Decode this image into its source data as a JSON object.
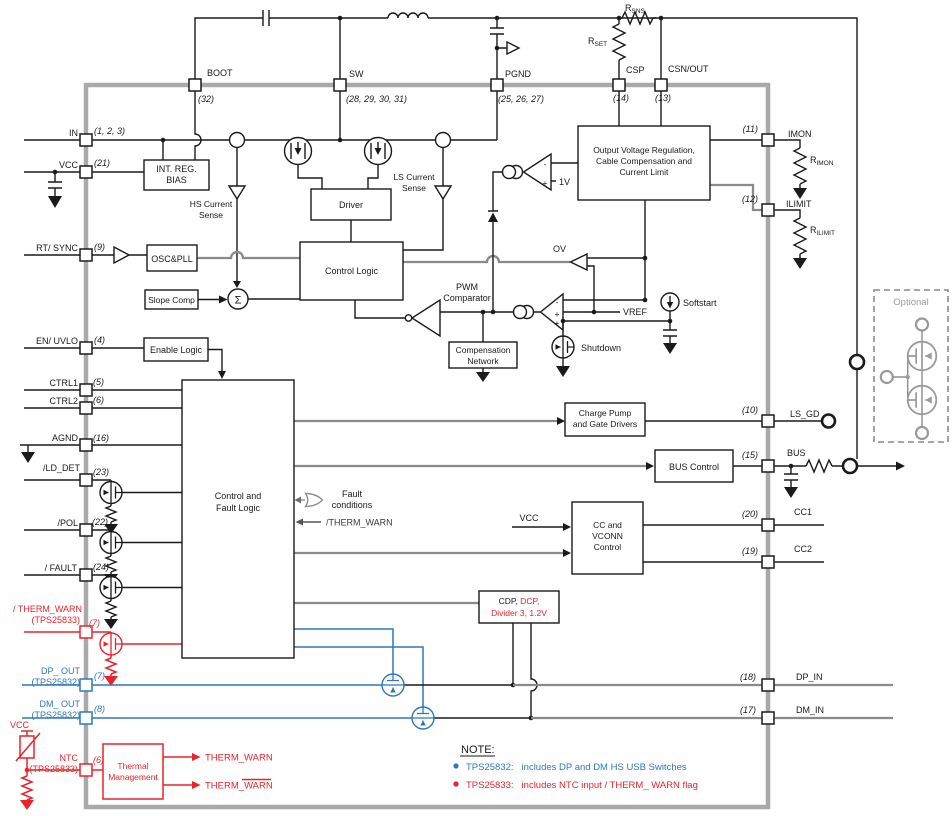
{
  "pins": {
    "top": [
      {
        "label": "BOOT",
        "num": "(32)"
      },
      {
        "label": "SW",
        "num": "(28, 29, 30, 31)"
      },
      {
        "label": "PGND",
        "num": "(25, 26, 27)"
      },
      {
        "label": "CSP",
        "num": "(14)"
      },
      {
        "label": "CSN/OUT",
        "num": "(13)"
      }
    ],
    "left": [
      {
        "label": "IN",
        "num": "(1, 2, 3)"
      },
      {
        "label": "VCC",
        "num": "(21)"
      },
      {
        "label": "RT/ SYNC",
        "num": "(9)"
      },
      {
        "label": "EN/ UVLO",
        "num": "(4)"
      },
      {
        "label": "CTRL1",
        "num": "(5)"
      },
      {
        "label": "CTRL2",
        "num": "(6)"
      },
      {
        "label": "AGND",
        "num": "(16)"
      },
      {
        "label": "/LD_DET",
        "num": "(23)"
      },
      {
        "label": "/POL",
        "num": "(22)"
      },
      {
        "label": "/ FAULT",
        "num": "(24)"
      },
      {
        "label": "/ THERM_WARN",
        "sub": "(TPS25833)",
        "num": "(7)"
      },
      {
        "label": "DP_ OUT",
        "sub": "(TPS25832)",
        "num": "(7)"
      },
      {
        "label": "DM_ OUT",
        "sub": "(TPS25832)",
        "num": "(8)"
      },
      {
        "label": "NTC",
        "sub": "(TPS25833)",
        "num": "(6)"
      }
    ],
    "right": [
      {
        "label": "IMON",
        "num": "(11)"
      },
      {
        "label": "ILIMIT",
        "num": "(12)"
      },
      {
        "label": "LS_GD",
        "num": "(10)"
      },
      {
        "label": "BUS",
        "num": "(15)"
      },
      {
        "label": "CC1",
        "num": "(20)"
      },
      {
        "label": "CC2",
        "num": "(19)"
      },
      {
        "label": "DP_IN",
        "num": "(18)"
      },
      {
        "label": "DM_IN",
        "num": "(17)"
      }
    ]
  },
  "blocks": {
    "int_reg": {
      "l1": "INT. REG.",
      "l2": "BIAS"
    },
    "osc": "OSC&PLL",
    "slope": "Slope Comp",
    "enable": "Enable Logic",
    "driver": "Driver",
    "control_logic": "Control Logic",
    "cfl": {
      "l1": "Control and",
      "l2": "Fault Logic"
    },
    "ovr": {
      "l1": "Output Voltage Regulation,",
      "l2": "Cable Compensation and",
      "l3": "Current Limit"
    },
    "comp": {
      "l1": "Compensation",
      "l2": "Network"
    },
    "cp": {
      "l1": "Charge Pump",
      "l2": "and Gate Drivers"
    },
    "bus": "BUS Control",
    "cc": {
      "l1": "CC and",
      "l2": "VCONN",
      "l3": "Control"
    },
    "cdp": {
      "black": "CDP,",
      "red": " DCP,",
      "l2": "Divider 3, 1.2V"
    },
    "thermal": {
      "l1": "Thermal",
      "l2": "Management"
    }
  },
  "labels": {
    "hs1": "HS Current",
    "hs2": "Sense",
    "ls1": "LS Current",
    "ls2": "Sense",
    "pwm1": "PWM",
    "pwm2": "Comparator",
    "ov": "OV",
    "vref": "VREF",
    "one_v": "1V",
    "softstart": "Softstart",
    "shutdown": "Shutdown",
    "fault1": "Fault",
    "fault2": "conditions",
    "therm_in": "/THERM_WARN",
    "vcc_cc": "VCC",
    "vcc_ntc": "VCC",
    "optional": "Optional",
    "tw1": "THERM_WARN",
    "tw2_pre": "THERM_",
    "tw2_bar": "WARN",
    "sigma": "Σ",
    "minus": "-",
    "plus": "+"
  },
  "resistors": {
    "r_prefix": "R",
    "rsns_s": "SNS",
    "rset_s": "SET",
    "rimon_s": "IMON",
    "rilimit_s": "ILIMIT"
  },
  "note": {
    "title": "NOTE:",
    "item1_name": "TPS25832:",
    "item1_text": "includes DP and DM HS USB Switches",
    "item2_name": "TPS25833:",
    "item2_text": "includes  NTC input / THERM_ WARN flag"
  },
  "colors": {
    "red": "#e8232b",
    "blue": "#2e77bc",
    "chip_border": "#a9a9a9",
    "signal_gray": "#8a8a8a"
  }
}
